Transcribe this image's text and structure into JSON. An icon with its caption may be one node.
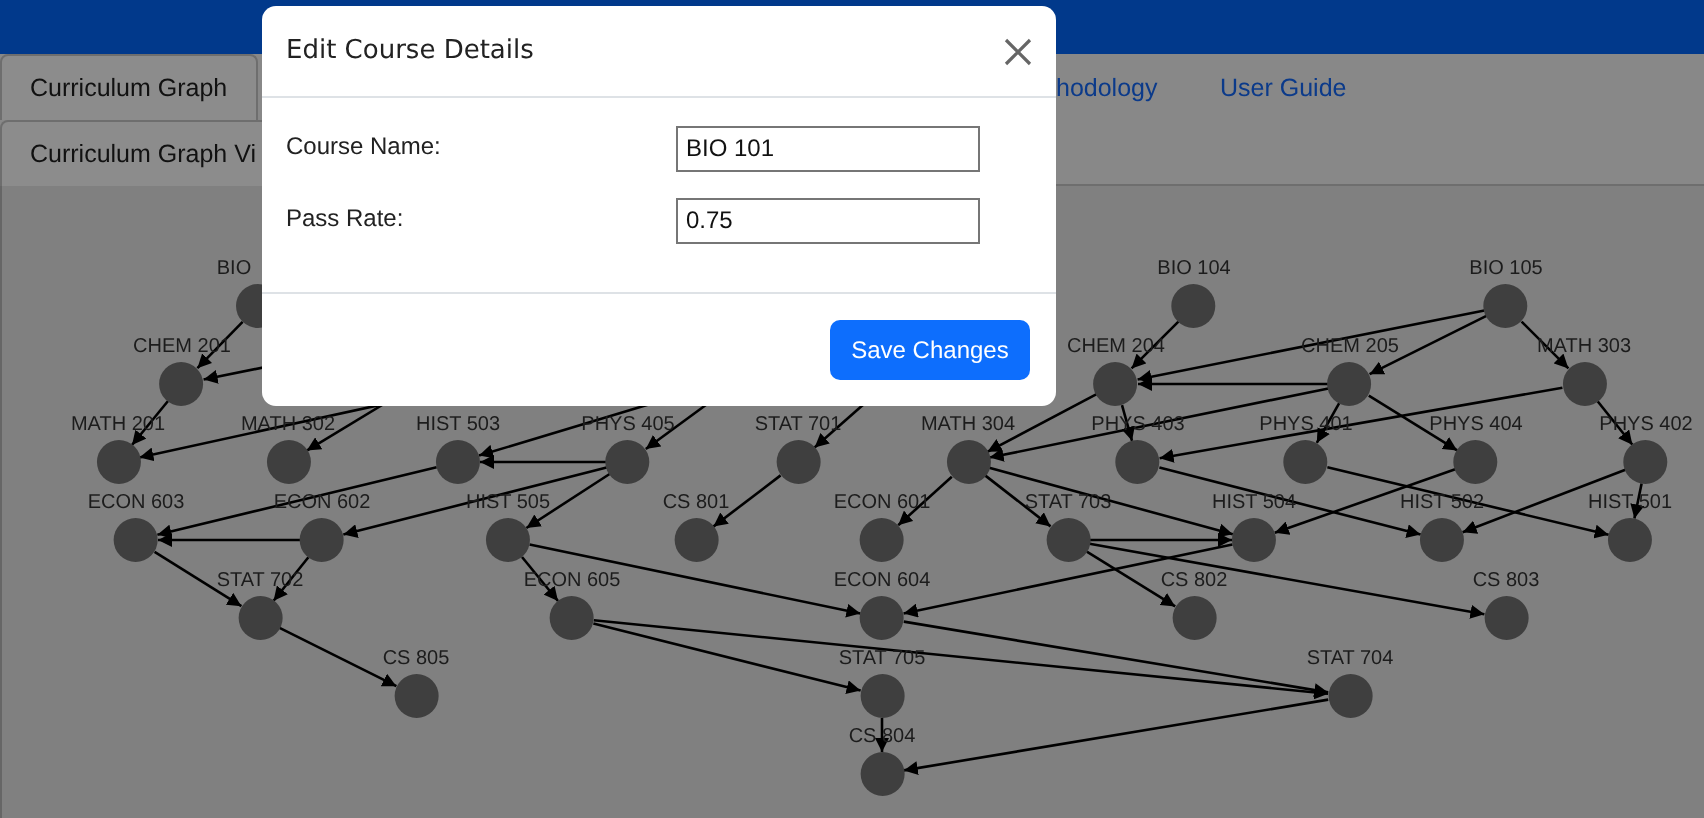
{
  "diagram": {
    "nodes": [
      {
        "text": [
          "BIO"
        ]
      },
      {
        "text": [
          "CHEM 201"
        ]
      },
      {
        "text": [
          "MATH 201"
        ]
      },
      {
        "text": [
          "MATH 302"
        ]
      },
      {
        "text": [
          "HIST 503"
        ]
      },
      {
        "text": [
          "PHYS 405"
        ]
      },
      {
        "text": [
          "STAT 701"
        ]
      },
      {
        "text": [
          "MATH 304"
        ]
      },
      {
        "text": [
          "PHYS 403"
        ]
      },
      {
        "text": [
          "PHYS 401"
        ]
      },
      {
        "text": [
          "PHYS 404"
        ]
      },
      {
        "text": [
          "PHYS 402"
        ]
      },
      {
        "text": [
          "BIO 104"
        ]
      },
      {
        "text": [
          "BIO 105"
        ]
      },
      {
        "text": [
          "CHEM 204"
        ]
      },
      {
        "text": [
          "CHEM 205"
        ]
      },
      {
        "text": [
          "MATH 303"
        ]
      },
      {
        "text": [
          "ECON 603"
        ]
      },
      {
        "text": [
          "ECON 602"
        ]
      },
      {
        "text": [
          "HIST 505"
        ]
      },
      {
        "text": [
          "CS 801"
        ]
      },
      {
        "text": [
          "ECON 601"
        ]
      },
      {
        "text": [
          "STAT 703"
        ]
      },
      {
        "text": [
          "HIST 504"
        ]
      },
      {
        "text": [
          "HIST 502"
        ]
      },
      {
        "text": [
          "HIST 501"
        ]
      },
      {
        "text": [
          "STAT 702"
        ]
      },
      {
        "text": [
          "ECON 605"
        ]
      },
      {
        "text": [
          "ECON 604"
        ]
      },
      {
        "text": [
          "CS 802"
        ]
      },
      {
        "text": [
          "CS 803"
        ]
      },
      {
        "text": [
          "CS 805"
        ]
      },
      {
        "text": [
          "STAT 705"
        ]
      },
      {
        "text": [
          "STAT 704"
        ]
      },
      {
        "text": [
          "CS 804"
        ]
      }
    ],
    "edges": [
      {
        "from": 0,
        "to": 1,
        "arrow": "to"
      },
      {
        "from": null,
        "to": 1,
        "arrow": "to"
      },
      {
        "from": 1,
        "to": 2,
        "arrow": "to"
      },
      {
        "from": null,
        "to": 2,
        "arrow": "to"
      },
      {
        "from": null,
        "to": 3,
        "arrow": "to"
      },
      {
        "from": 5,
        "to": 4,
        "arrow": "to"
      },
      {
        "from": null,
        "to": 4,
        "arrow": "to"
      },
      {
        "from": null,
        "to": 5,
        "arrow": "to"
      },
      {
        "from": null,
        "to": 6,
        "arrow": "to"
      },
      {
        "from": 4,
        "to": 17,
        "arrow": "to"
      },
      {
        "from": 18,
        "to": 17,
        "arrow": "to"
      },
      {
        "from": 5,
        "to": 18,
        "arrow": "to"
      },
      {
        "from": 5,
        "to": 19,
        "arrow": "to"
      },
      {
        "from": 17,
        "to": 26,
        "arrow": "to"
      },
      {
        "from": 18,
        "to": 26,
        "arrow": "to"
      },
      {
        "from": 26,
        "to": 31,
        "arrow": "to"
      },
      {
        "from": 19,
        "to": 27,
        "arrow": "to"
      },
      {
        "from": 19,
        "to": 28,
        "arrow": "to"
      },
      {
        "from": 22,
        "to": 23,
        "arrow": "to"
      },
      {
        "from": 6,
        "to": 20,
        "arrow": "to"
      },
      {
        "from": 7,
        "to": 21,
        "arrow": "to"
      },
      {
        "from": 7,
        "to": 22,
        "arrow": "to"
      },
      {
        "from": 7,
        "to": 23,
        "arrow": "to"
      },
      {
        "from": 14,
        "to": 7,
        "arrow": "to"
      },
      {
        "from": 14,
        "to": 8,
        "arrow": "to"
      },
      {
        "from": 12,
        "to": 14,
        "arrow": "to"
      },
      {
        "from": 13,
        "to": 14,
        "arrow": "to"
      },
      {
        "from": 15,
        "to": 14,
        "arrow": "to"
      },
      {
        "from": 13,
        "to": 15,
        "arrow": "to"
      },
      {
        "from": 13,
        "to": 16,
        "arrow": "to"
      },
      {
        "from": 16,
        "to": 11,
        "arrow": "to"
      },
      {
        "from": 16,
        "to": 8,
        "arrow": "to"
      },
      {
        "from": 15,
        "to": 9,
        "arrow": "to"
      },
      {
        "from": 15,
        "to": 10,
        "arrow": "to"
      },
      {
        "from": 15,
        "to": 7,
        "arrow": "to"
      },
      {
        "from": 11,
        "to": 25,
        "arrow": "to"
      },
      {
        "from": 11,
        "to": 24,
        "arrow": "to"
      },
      {
        "from": 9,
        "to": 25,
        "arrow": "to"
      },
      {
        "from": 10,
        "to": 23,
        "arrow": "to"
      },
      {
        "from": 8,
        "to": 24,
        "arrow": "to"
      },
      {
        "from": 22,
        "to": 29,
        "arrow": "to"
      },
      {
        "from": 22,
        "to": 30,
        "arrow": "to"
      },
      {
        "from": 23,
        "to": 28,
        "arrow": "to"
      },
      {
        "from": 27,
        "to": 32,
        "arrow": "to"
      },
      {
        "from": 27,
        "to": 33,
        "arrow": "to"
      },
      {
        "from": 28,
        "to": 33,
        "arrow": "to"
      },
      {
        "from": 32,
        "to": 34,
        "arrow": "to"
      },
      {
        "from": 33,
        "to": 34,
        "arrow": "to"
      }
    ],
    "labels": [
      "Curriculum Graph",
      "hodology",
      "User Guide",
      "Curriculum Graph Vi",
      "Edit Course Details",
      "Course Name:",
      "BIO 101",
      "Pass Rate:",
      "0.75",
      "Save Changes"
    ]
  }
}
